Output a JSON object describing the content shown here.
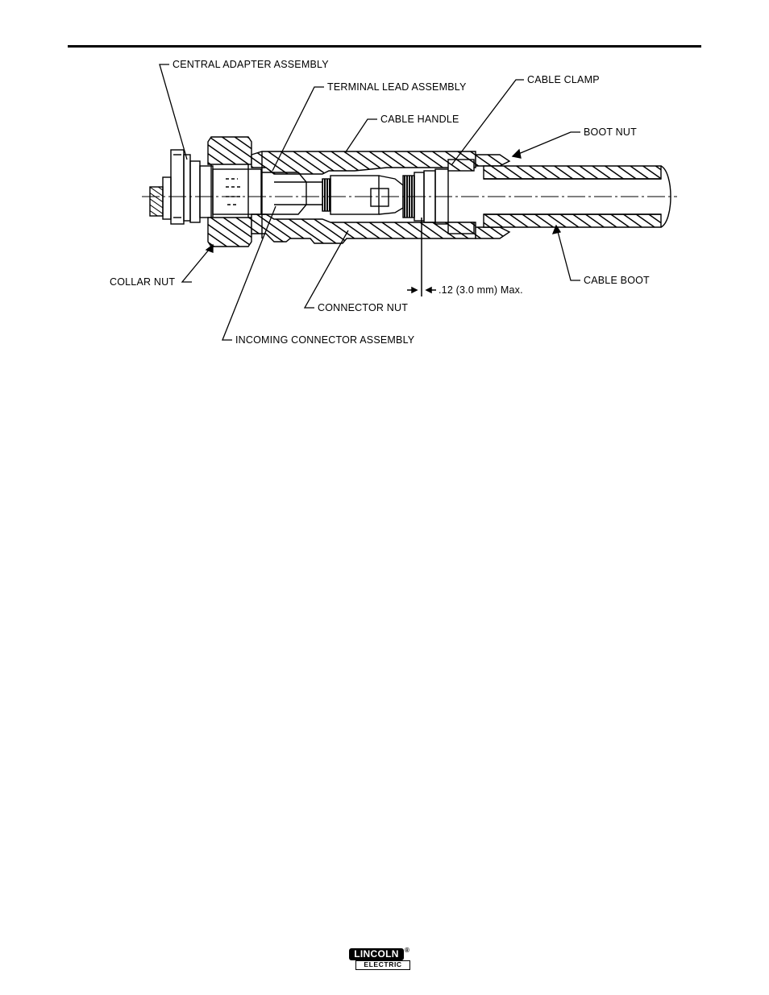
{
  "labels": {
    "central_adapter_assembly": "CENTRAL ADAPTER ASSEMBLY",
    "terminal_lead_assembly": "TERMINAL LEAD ASSEMBLY",
    "cable_clamp": "CABLE CLAMP",
    "cable_handle": "CABLE HANDLE",
    "boot_nut": "BOOT NUT",
    "collar_nut": "COLLAR NUT",
    "cable_boot": "CABLE BOOT",
    "dimension": ".12 (3.0 mm) Max.",
    "connector_nut": "CONNECTOR NUT",
    "incoming_connector_assembly": "INCOMING CONNECTOR ASSEMBLY"
  },
  "logo": {
    "line1": "LINCOLN",
    "line2": "ELECTRIC",
    "registered": "®"
  }
}
